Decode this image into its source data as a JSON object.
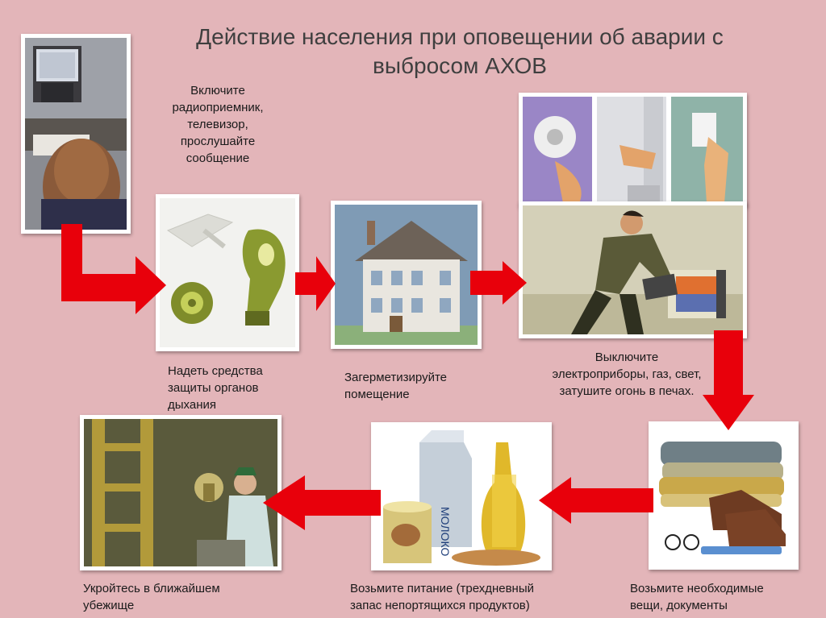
{
  "slide": {
    "title": "Действие населения при оповещении об аварии с\nвыбросом АХОВ",
    "accent_color": "#e8000b"
  },
  "steps": [
    {
      "caption": "Включите\nрадиоприемник,\nтелевизор,\nпрослушайте\nсообщение",
      "image": "woman-watching-tv"
    },
    {
      "caption": "Надеть средства\nзащиты  органов\nдыхания",
      "image": "gas-mask"
    },
    {
      "caption": "Загерметизируйте\nпомещение",
      "image": "house"
    },
    {
      "caption": "Выключите\nэлектроприборы, газ, свет,\nзатушите огонь  в печах.",
      "image": "switching-off-appliances"
    },
    {
      "caption": "Возьмите необходимые\nвещи, документы",
      "image": "clothes-shoes-documents"
    },
    {
      "caption": "Возьмите питание (трехдневный\nзапас непортящихся продуктов)",
      "image": "food-supplies"
    },
    {
      "caption": "Укройтесь в ближайшем\nубежище",
      "image": "man-in-shelter"
    }
  ],
  "image_labels": {
    "milk_carton": "МОЛОКО"
  }
}
